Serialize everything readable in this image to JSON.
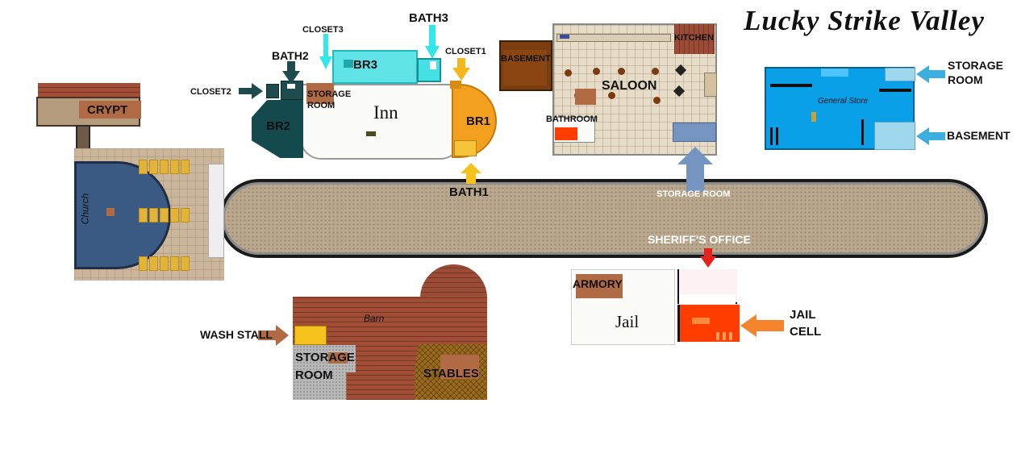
{
  "title": "Lucky Strike Valley",
  "buildings": {
    "church": "Church",
    "inn": "Inn",
    "saloon": "SALOON",
    "general_store": "General Store",
    "barn": "Barn",
    "jail": "Jail"
  },
  "labels": {
    "crypt": "CRYPT",
    "closet3": "CLOSET3",
    "bath3": "BATH3",
    "closet1": "CLOSET1",
    "bath2": "BATH2",
    "br3": "BR3",
    "closet2": "CLOSET2",
    "inn_storage_room": [
      "STORAGE",
      "ROOM"
    ],
    "br2": "BR2",
    "br1": "BR1",
    "bath1": "BATH1",
    "saloon_basement": "BASEMENT",
    "kitchen": "KITCHEN",
    "bathroom": "BATHROOM",
    "saloon_storage_room": "STORAGE ROOM",
    "store_storage_room": [
      "STORAGE",
      "ROOM"
    ],
    "store_basement": "BASEMENT",
    "sheriffs_office": "SHERIFF'S OFFICE",
    "armory": "ARMORY",
    "jail_cell": [
      "JAIL",
      "CELL"
    ],
    "wash_stall": "WASH STALL",
    "barn_storage_room": [
      "STORAGE",
      "ROOM"
    ],
    "stables": "STABLES"
  },
  "colors": {
    "road_border": "#1a1a1a",
    "inn_bath_orange": "#f2a01e",
    "bath3_cyan": "#33e6ea",
    "br2_teal": "#14494d",
    "store_blue": "#0aa0e8",
    "arrow_blue": "#3daee0",
    "storage_arrow": "#7694c0",
    "jail_red": "#ff3d00",
    "marker_brown": "#b06a44"
  }
}
